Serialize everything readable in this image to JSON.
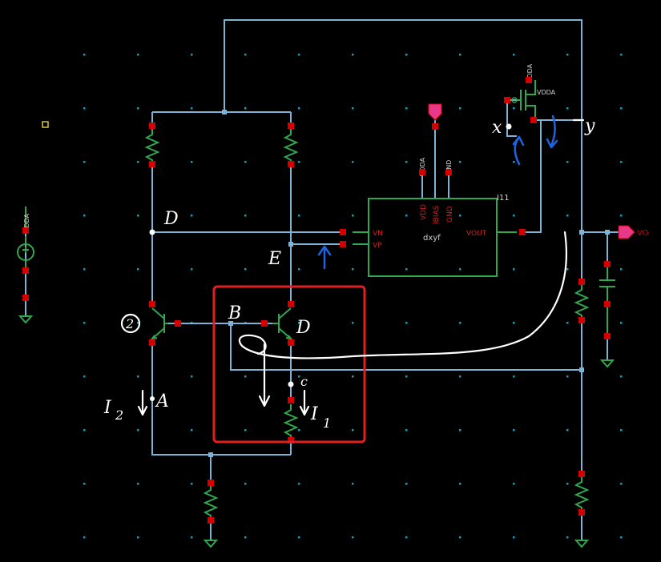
{
  "hand_labels": {
    "node_D": "D",
    "node_E": "E",
    "node_B": "B",
    "node_C": "c",
    "node_A": "A",
    "node_x": "x",
    "node_y": "y",
    "q_left": "2",
    "q_right": "D",
    "i1": "I",
    "i1_sub": "1",
    "i2": "I",
    "i2_sub": "2"
  },
  "opamp": {
    "instance": "I11",
    "name": "dxyf",
    "pin_vn": "VN",
    "pin_vp": "VP",
    "pin_vout": "VOUT",
    "pin_vdd": "VDD",
    "pin_ibias": "IBIAS",
    "pin_gnd": "GND"
  },
  "supply_labels": {
    "vdda_left": "VDDA",
    "vdda_opamp": "VDDA",
    "gnd_opamp": "GND",
    "vdda_pmos_top": "VDDA",
    "vdda_pmos": "VDDA"
  },
  "output_pin": "VO",
  "colors": {
    "background": "#000000",
    "wire": "#7fb3d5",
    "resistor": "#2fa84f",
    "pin": "#d40000",
    "highlight_box": "#e02020",
    "pen_blue": "#1f63e0",
    "output_pin_fill": "#e8388a"
  }
}
